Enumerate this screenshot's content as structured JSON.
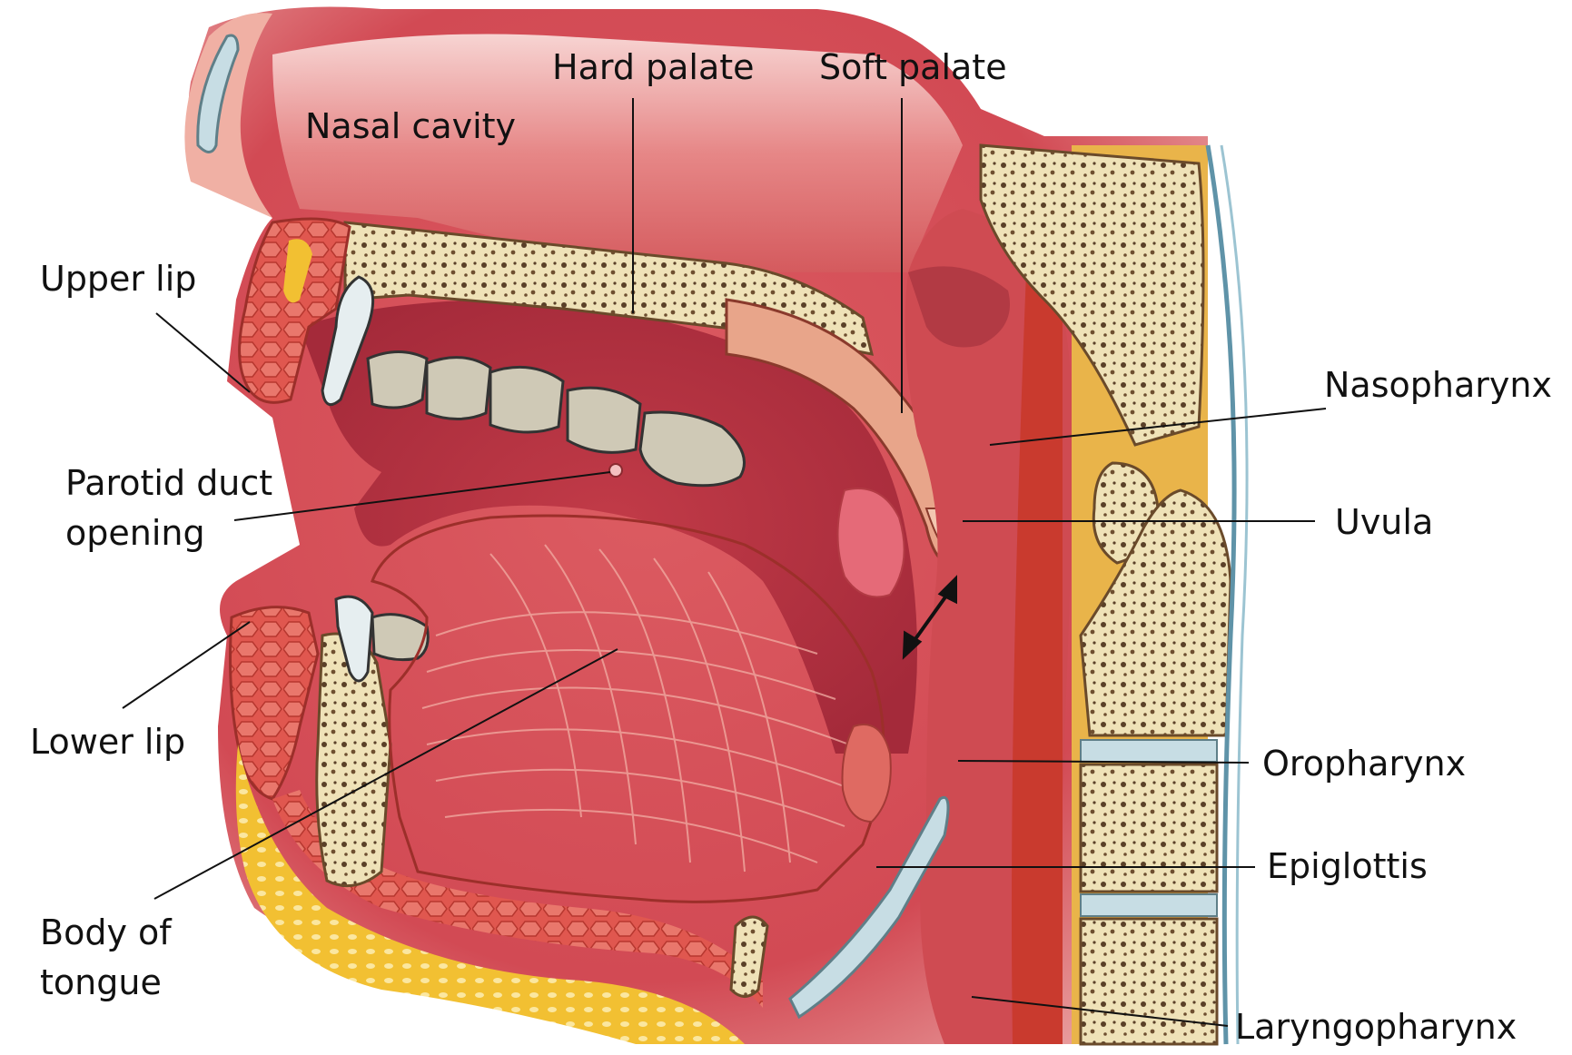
{
  "diagram": {
    "labels": {
      "nasal_cavity": "Nasal cavity",
      "hard_palate": "Hard palate",
      "soft_palate": "Soft palate",
      "upper_lip": "Upper  lip",
      "nasopharynx": "Nasopharynx",
      "parotid_duct_line1": "Parotid duct",
      "parotid_duct_line2": "opening",
      "uvula": "Uvula",
      "lower_lip": "Lower lip",
      "oropharynx": "Oropharynx",
      "epiglottis": "Epiglottis",
      "body_of_tongue_line1": "Body of",
      "body_of_tongue_line2": "tongue",
      "laryngopharynx": "Laryngopharynx"
    },
    "colors": {
      "background": "#ffffff",
      "tissue": "#d9505a",
      "cavity": "#c8454f",
      "mucosa_pink": "#e98b8b",
      "muscle": "#d9594f",
      "bone": "#efe2b8",
      "bone_pores": "#5a4028",
      "fat": "#f2c032",
      "tooth": "#c9c3b0",
      "cartilage": "#c7dde4",
      "leader_line": "#111111"
    }
  }
}
